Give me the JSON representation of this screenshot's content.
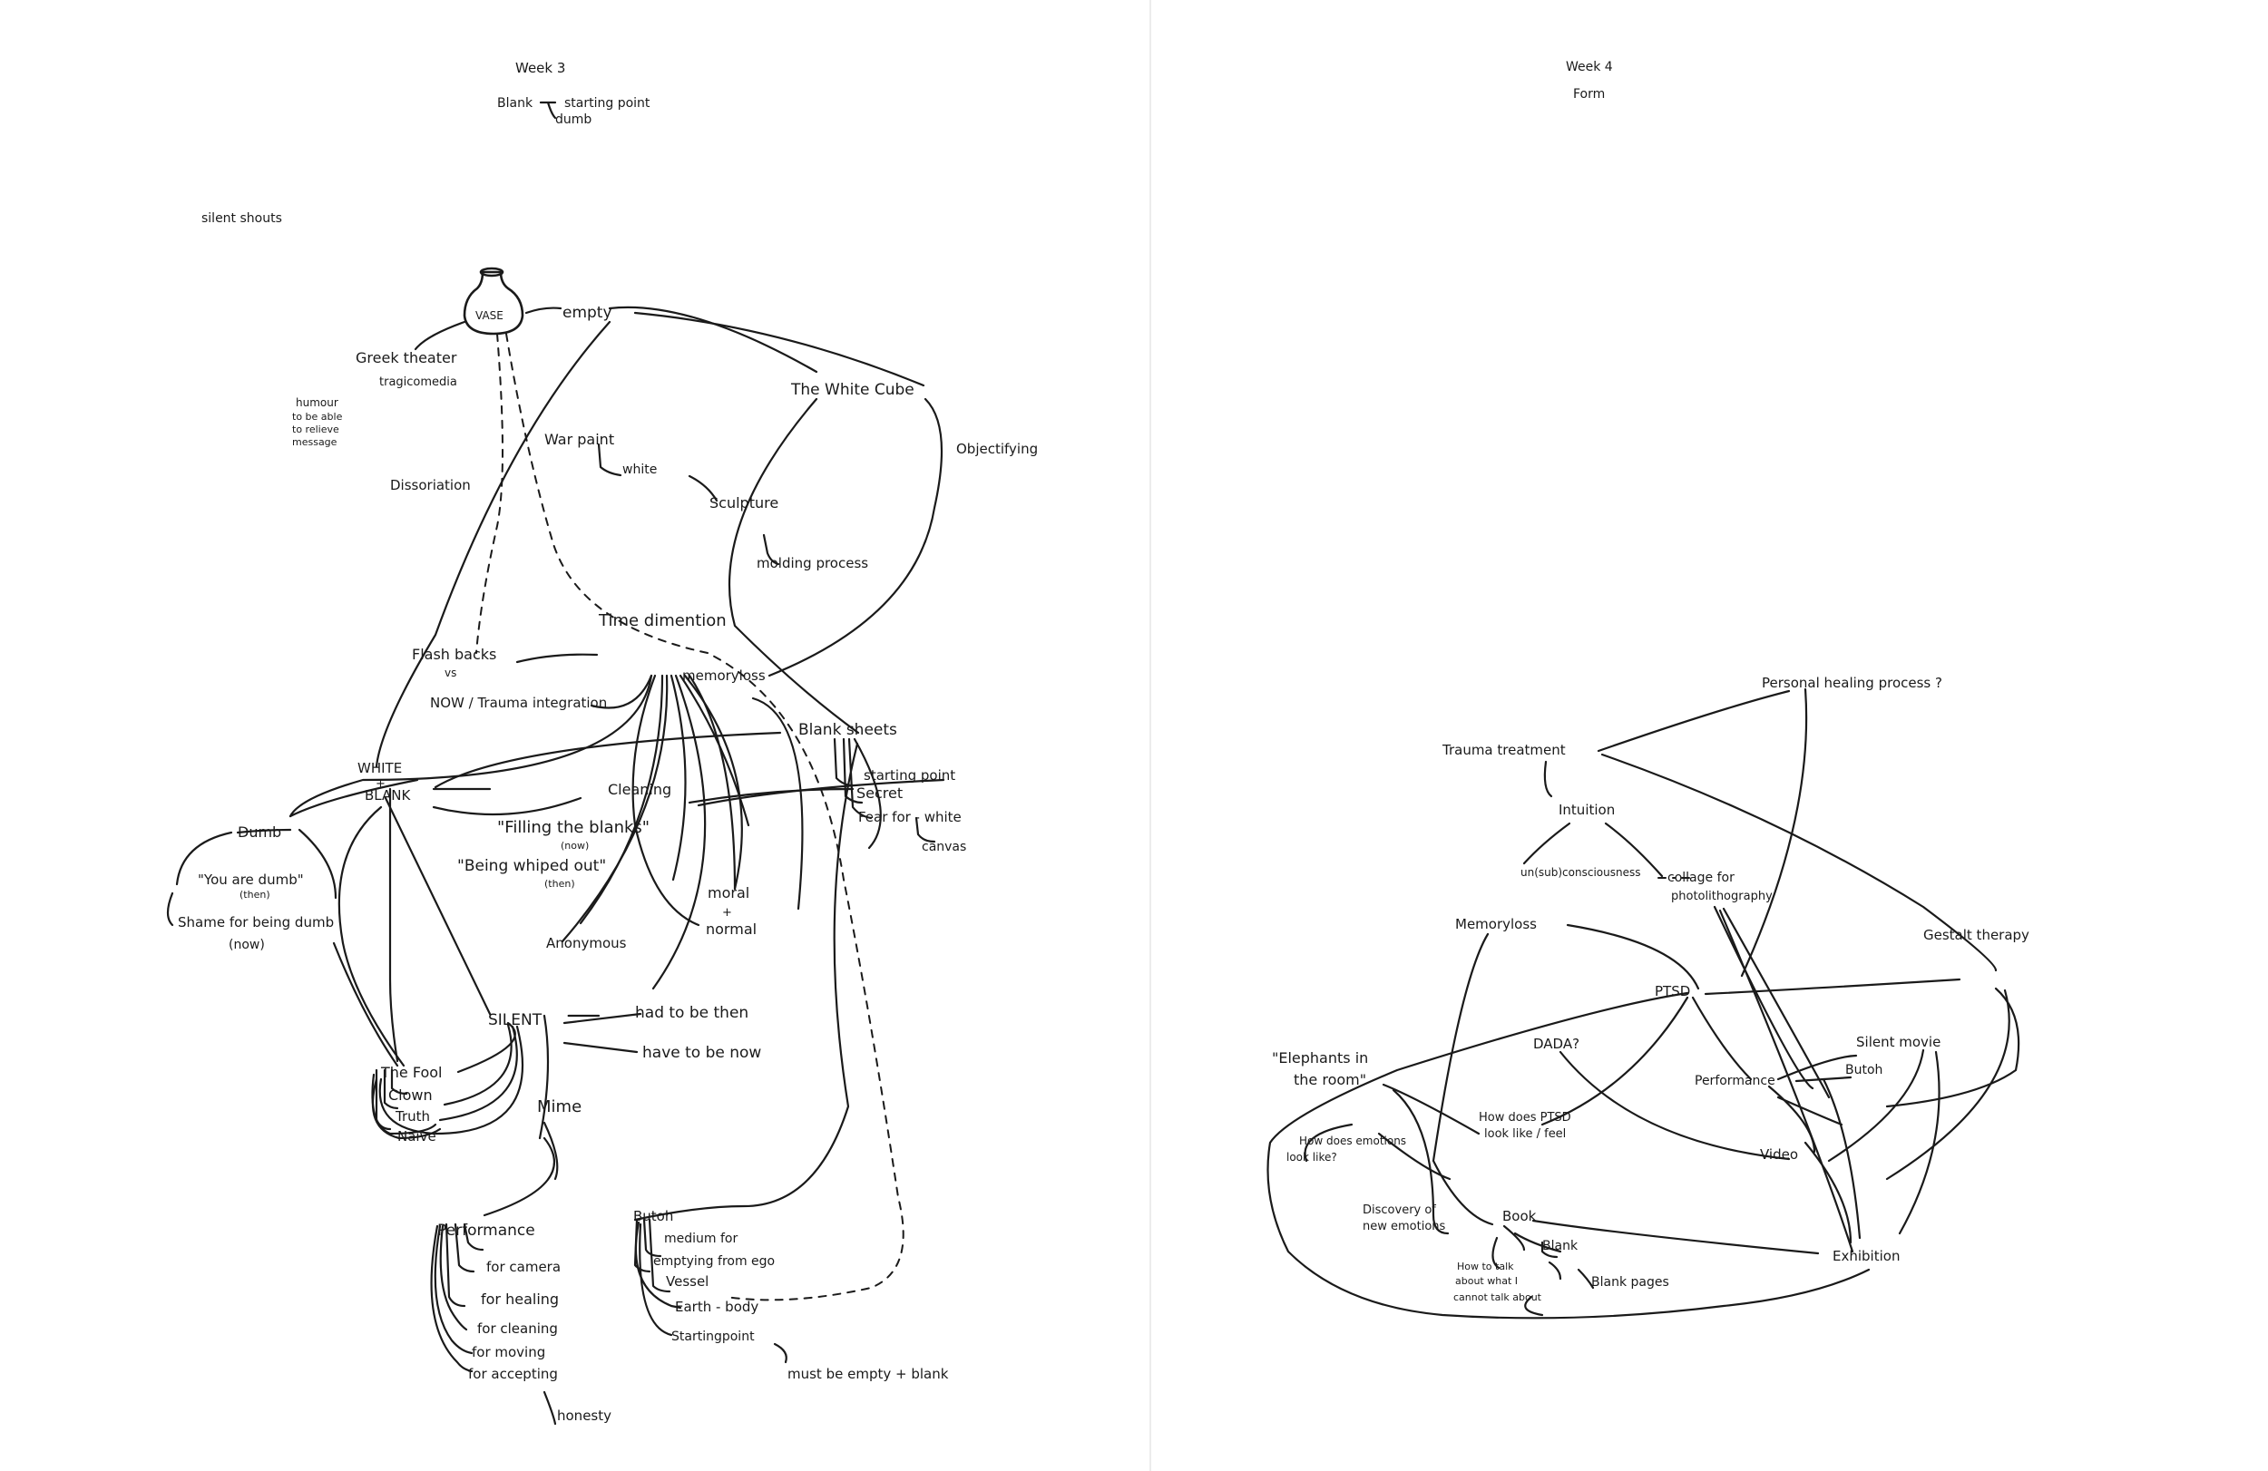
{
  "pages": {
    "left": {
      "header": {
        "title": "Week 3",
        "blank_word": "Blank",
        "blank_sub1": "starting point",
        "blank_sub2": "dumb"
      },
      "margin_note": "silent shouts",
      "nodes": {
        "vase": "VASE",
        "empty": "empty",
        "greek_theater": "Greek theater",
        "tragicomedia": "tragicomedia",
        "humour": [
          "humour",
          "to be able",
          "to relieve",
          "message"
        ],
        "white_cube": "The White Cube",
        "objectifying": "Objectifying",
        "war_paint": "War paint",
        "white_lc": "white",
        "sculpture": "Sculpture",
        "molding": "molding process",
        "dissoriation": "Dissoriation",
        "time_dimention": "Time dimention",
        "flash_backs": "Flash backs",
        "vs": "vs",
        "now_trauma": "NOW / Trauma integration",
        "memoryloss": "memoryloss",
        "blank_sheets": "Blank sheets",
        "starting_point": "starting point",
        "secret": "Secret",
        "fear_for_white": "Fear for - white",
        "canvas": "canvas",
        "white_blank": [
          "WHITE",
          "+",
          "BLANK"
        ],
        "cleaning": "Cleaning",
        "dumb": "Dumb",
        "you_are_dumb": "\"You are dumb\"",
        "then1": "(then)",
        "shame": "Shame for being dumb",
        "now1": "(now)",
        "filling": "\"Filling the blanks\"",
        "now2": "(now)",
        "whiped": "\"Being whiped out\"",
        "then2": "(then)",
        "anonymous": "Anonymous",
        "moral": "moral",
        "plus": "+",
        "normal": "normal",
        "silent": "SILENT",
        "had_to_be": "had to be then",
        "have_to_be": "have to be now",
        "fool": "The Fool",
        "clown": "Clown",
        "truth": "Truth",
        "naive": "Naive",
        "mime": "Mime",
        "performance": "Performance",
        "for_camera": "for camera",
        "for_healing": "for healing",
        "for_cleaning": "for cleaning",
        "for_moving": "for moving",
        "for_accepting": "for accepting",
        "honesty": "honesty",
        "butoh": "Butoh",
        "medium": "medium for",
        "emptying": "emptying from ego",
        "vessel": "Vessel",
        "earth_body": "Earth - body",
        "startingpoint": "Startingpoint",
        "must_be": "must be empty + blank"
      }
    },
    "right": {
      "header": {
        "title": "Week 4",
        "subtitle": "Form"
      },
      "nodes": {
        "personal_healing": "Personal healing process ?",
        "trauma_treatment": "Trauma treatment",
        "intuition": "Intuition",
        "unconsciousness": "un(sub)consciousness",
        "collage": "collage for",
        "photolithography": "photolithography",
        "memoryloss": "Memoryloss",
        "gestalt": "Gestalt therapy",
        "ptsd": "PTSD",
        "elephants": "\"Elephants in",
        "the_room": "the room\"",
        "dada": "DADA?",
        "silent_movie": "Silent movie",
        "performance": "Performance",
        "butoh": "Butoh",
        "how_ptsd1": "How does PTSD",
        "how_ptsd2": "look like / feel",
        "how_emotions1": "How does emotions",
        "how_emotions2": "look like?",
        "video": "Video",
        "discovery1": "Discovery of",
        "discovery2": "new emotions",
        "book": "Book",
        "blank": "Blank",
        "blank_pages": "Blank pages",
        "how_talk": [
          "How to talk",
          "about what I",
          "cannot talk about"
        ],
        "exhibition": "Exhibition"
      }
    }
  }
}
